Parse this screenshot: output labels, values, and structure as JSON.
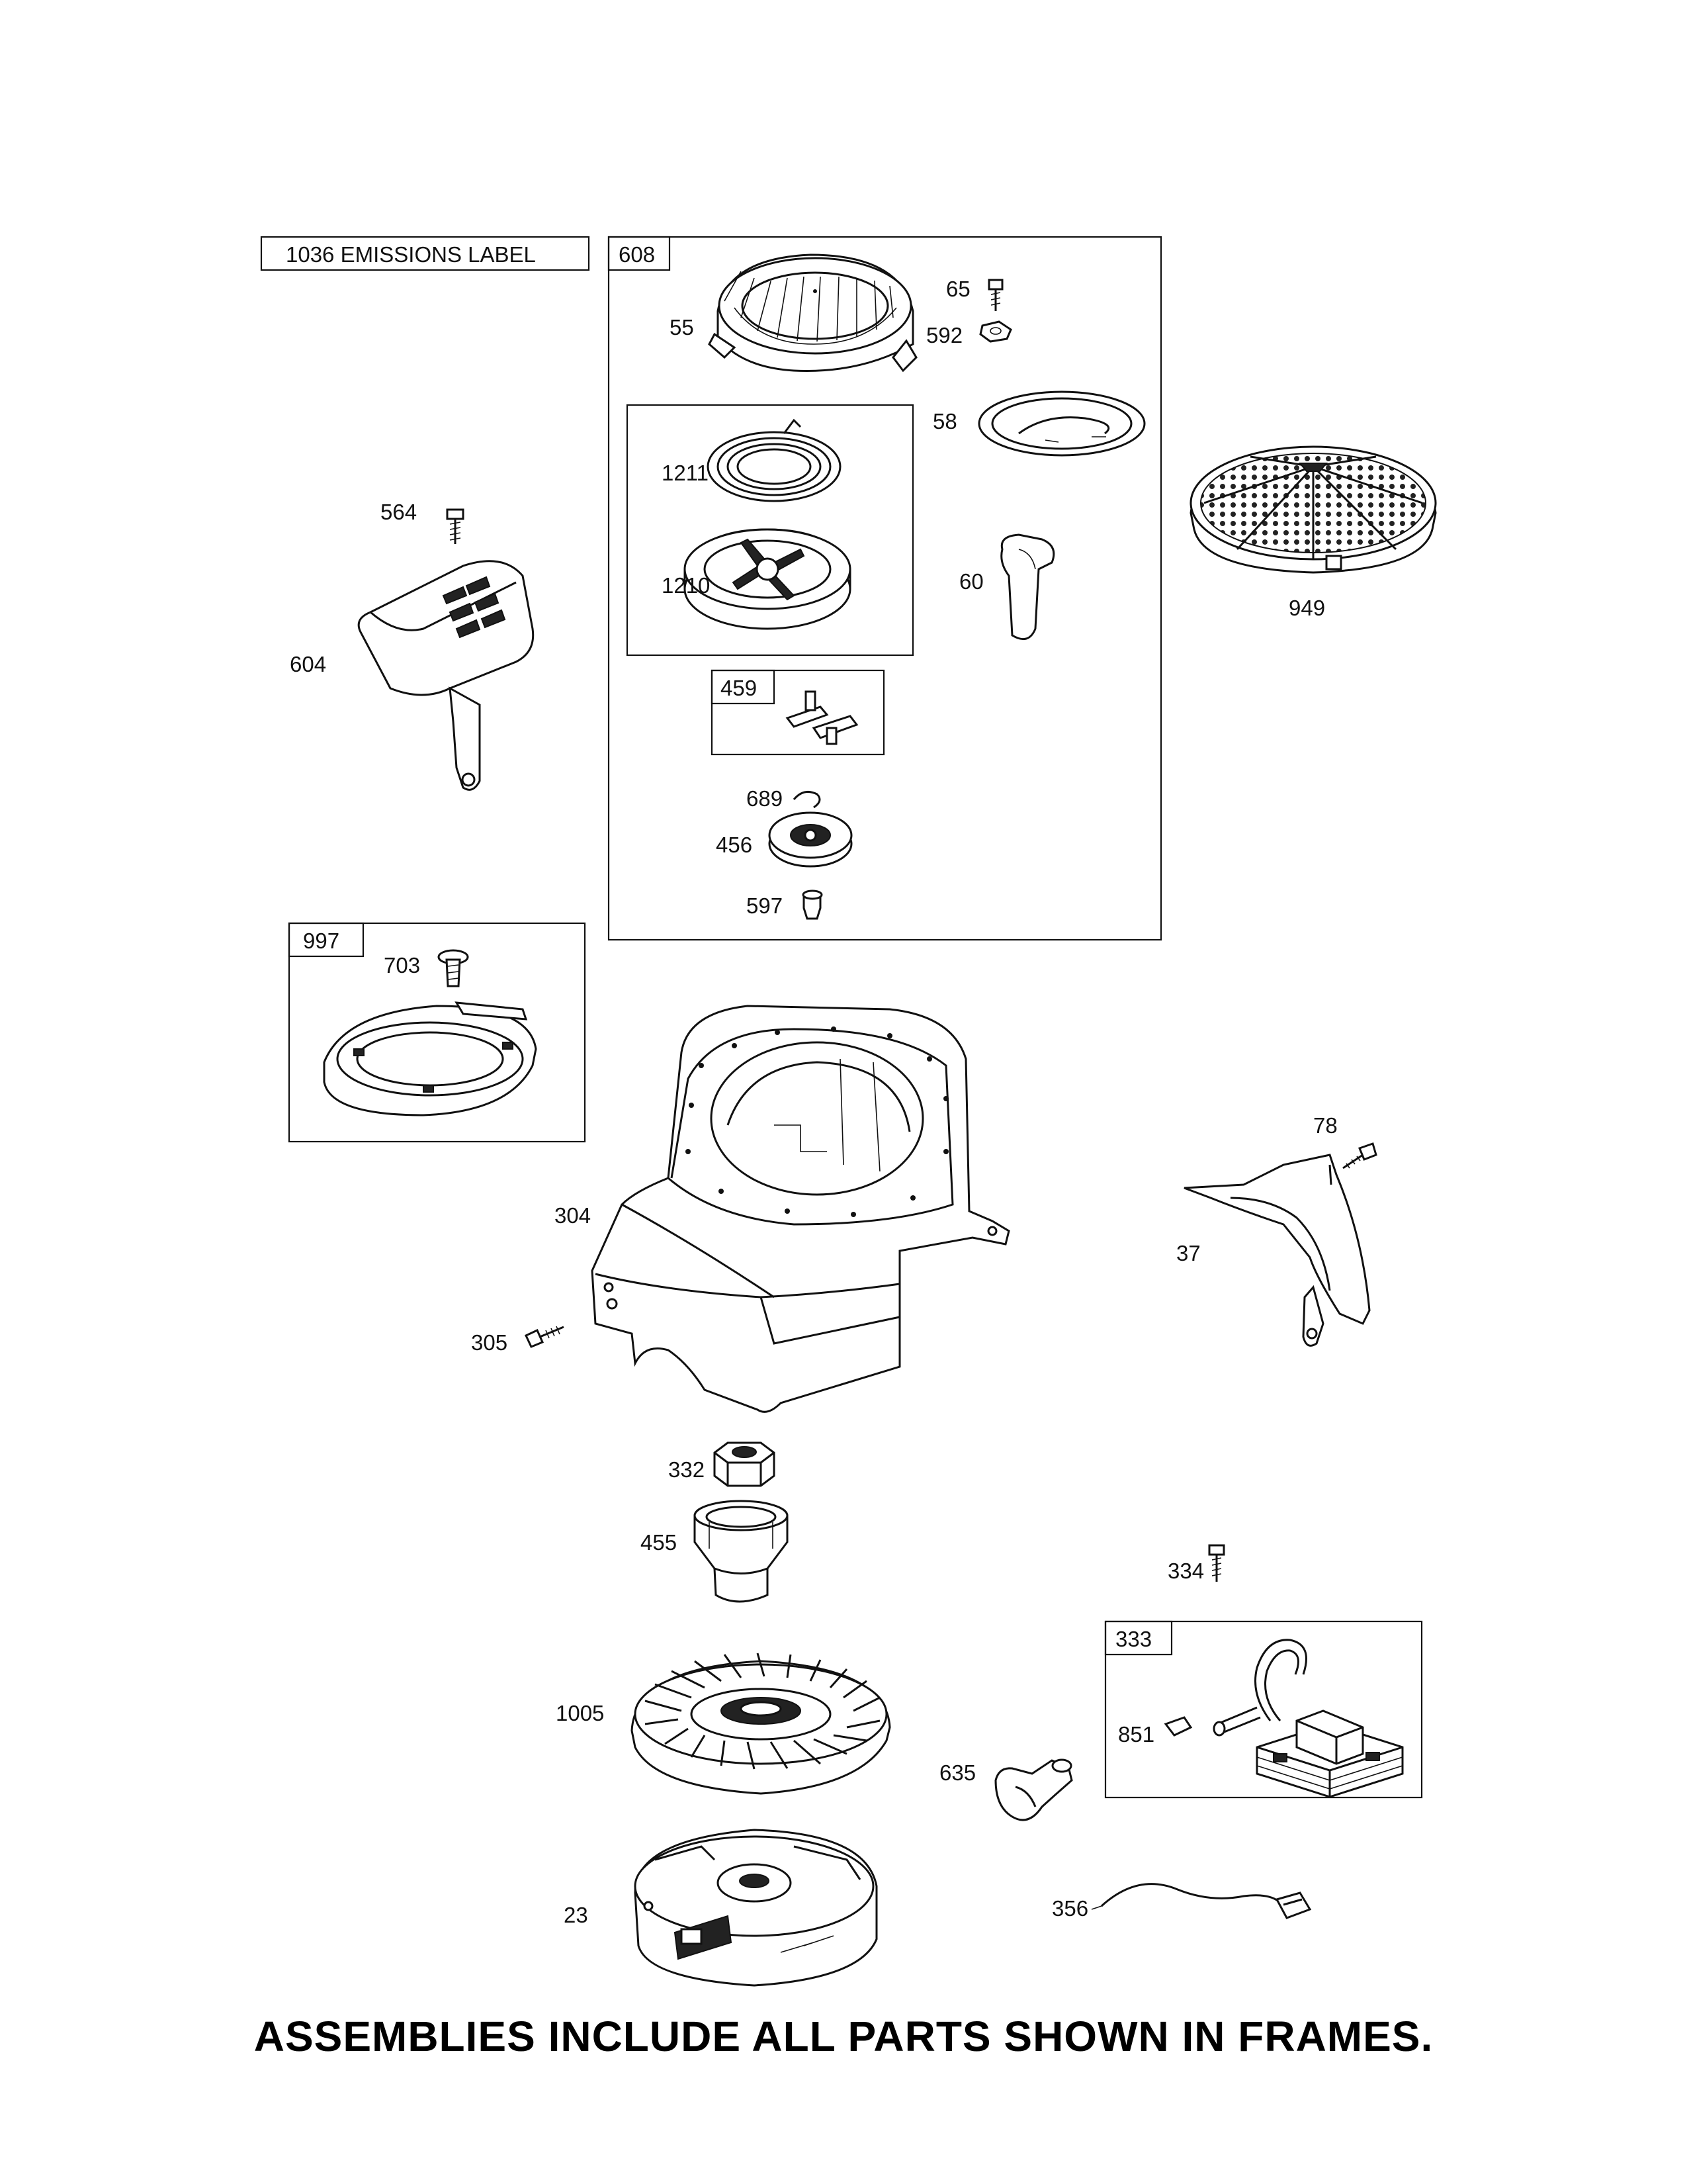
{
  "frames": {
    "emissions": "1036 EMISSIONS LABEL",
    "f608": "608",
    "f459": "459",
    "f997": "997",
    "f333": "333"
  },
  "parts": {
    "p55": "55",
    "p65": "65",
    "p592": "592",
    "p58": "58",
    "p1211": "1211",
    "p1210": "1210",
    "p60": "60",
    "p689": "689",
    "p456": "456",
    "p597": "597",
    "p564": "564",
    "p604": "604",
    "p949": "949",
    "p703": "703",
    "p78": "78",
    "p37": "37",
    "p304": "304",
    "p305": "305",
    "p332": "332",
    "p455": "455",
    "p334": "334",
    "p1005": "1005",
    "p851": "851",
    "p635": "635",
    "p23": "23",
    "p356": "356"
  },
  "footer": "ASSEMBLIES INCLUDE ALL PARTS SHOWN IN FRAMES."
}
